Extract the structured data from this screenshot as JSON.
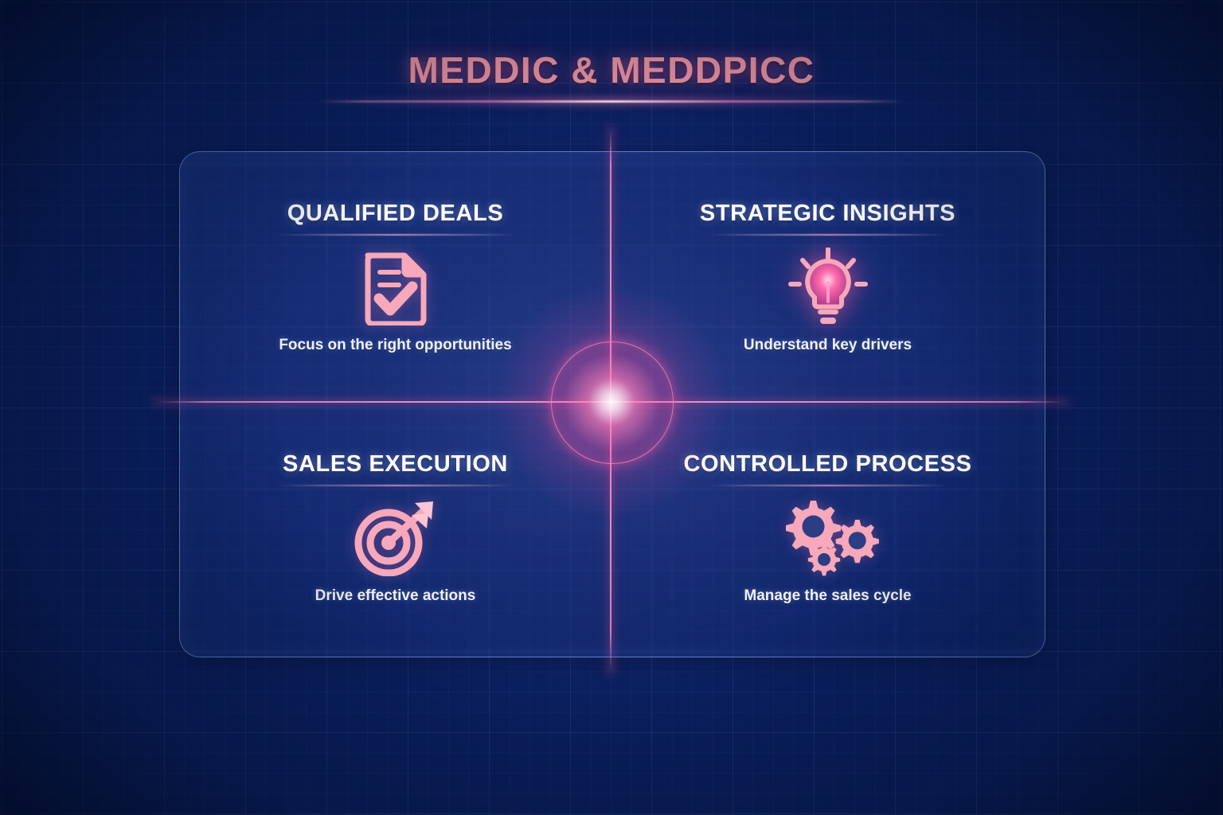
{
  "header": {
    "title": "MEDDIC & MEDDPICC"
  },
  "colors": {
    "background_navy": "#0a2060",
    "panel_border": "#a8c8ff",
    "accent_pink": "#f79aa7",
    "icon_pink": "#f7a8bb",
    "heading_white": "#ffffff"
  },
  "quadrants": [
    {
      "id": "qualified-deals",
      "heading": "QUALIFIED DEALS",
      "caption": "Focus on the right opportunities",
      "icon": "checklist-document-icon"
    },
    {
      "id": "strategic-insights",
      "heading": "STRATEGIC INSIGHTS",
      "caption": "Understand key drivers",
      "icon": "lightbulb-icon"
    },
    {
      "id": "sales-execution",
      "heading": "SALES EXECUTION",
      "caption": "Drive effective actions",
      "icon": "target-arrow-icon"
    },
    {
      "id": "controlled-process",
      "heading": "CONTROLLED PROCESS",
      "caption": "Manage the sales cycle",
      "icon": "gears-icon"
    }
  ]
}
